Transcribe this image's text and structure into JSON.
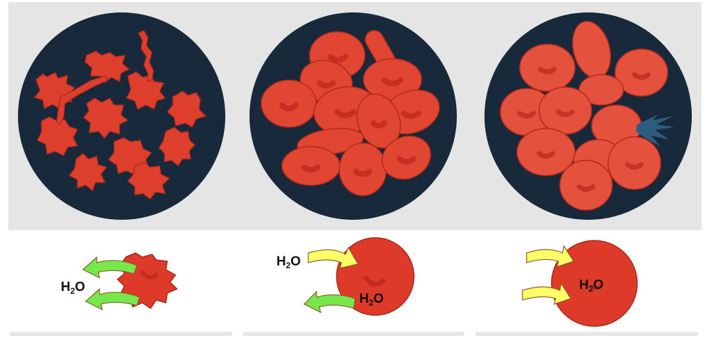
{
  "panels": [
    {
      "id": "hypertonic",
      "water_label": "H",
      "water_sub": "2",
      "water_tail": "O",
      "flow": "out"
    },
    {
      "id": "isotonic",
      "water_label_in": "H",
      "water_label_out": "H",
      "water_sub": "2",
      "water_tail": "O",
      "flow": "balanced"
    },
    {
      "id": "hypotonic",
      "water_label": "H",
      "water_sub": "2",
      "water_tail": "O",
      "flow": "in"
    }
  ],
  "colors": {
    "background_panel": "#e5e5e5",
    "dish": "#17293a",
    "cell": "#dd3a2a",
    "cell_dark": "#c02a1e",
    "arrow_out": "#77e84c",
    "arrow_in": "#ffff66",
    "arrow_stroke": "#8a5a2a",
    "lysis": "#2c5d80"
  }
}
